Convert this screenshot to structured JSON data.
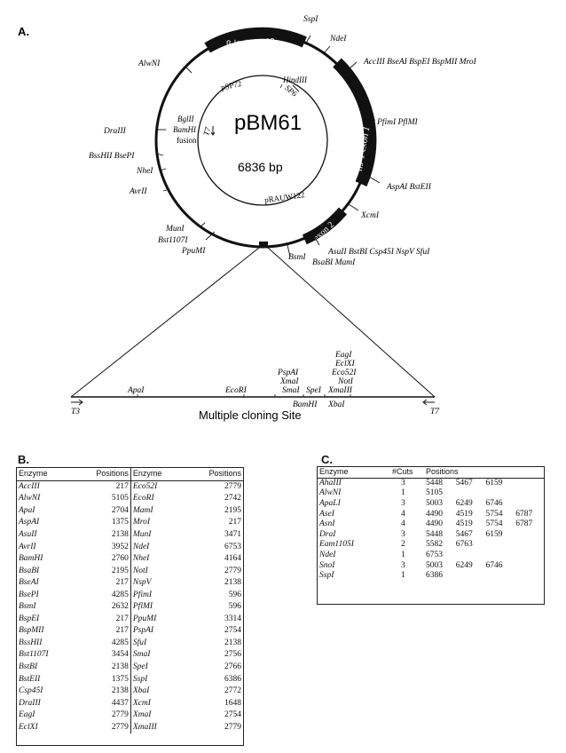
{
  "panel_a": {
    "label": "A.",
    "plasmid_name": "pBM61",
    "plasmid_size": "6836 bp",
    "inner_labels": {
      "psp72": "pSP72",
      "sp6": "SP6",
      "t7": "T7",
      "prauw122": "pRAUW122",
      "fusion_l1": "BglII",
      "fusion_l2": "BamHI",
      "fusion_l3": "fusion",
      "hindiii": "HindIII"
    },
    "features": {
      "blactamase": "β-lactamase",
      "lis1_exon1": "lis-1 exon 1",
      "exon2": "exon 2"
    },
    "sites": {
      "sspi": "SspI",
      "ndei": "NdeI",
      "right_group": "AccIII  BseAI  BspEI  BspMII  MroI",
      "pflmi": "PfimI  PflMI",
      "aspai": "AspAI  BstEII",
      "xcmi": "XcmI",
      "bottom_right_1": "AsuII  BstBI  Csp45I  NspV  SfuI",
      "bottom_right_2": "BsaBI  MamI",
      "bsmi": "BsmI",
      "ppumi": "PpuMI",
      "muni": "MunI",
      "bst1107i": "Bst1107I",
      "avrii": "AvrII",
      "nhei": "NheI",
      "bsshii": "BssHII  BsePI",
      "draiii": "DraIII",
      "alwni": "AlwNI"
    },
    "mcs": {
      "title": "Multiple cloning Site",
      "t3": "T3",
      "t7": "T7",
      "apai": "ApaI",
      "ecori": "EcoRI",
      "pspai": "PspAI",
      "xmai": "XmaI",
      "smai": "SmaI",
      "spei": "SpeI",
      "bamhi": "BamHI",
      "xbai": "XbaI",
      "eagi": "EagI",
      "eclxi": "EclXI",
      "eco52i": "Eco52I",
      "noti": "NotI",
      "xmaiii": "XmaIII"
    }
  },
  "panel_b": {
    "label": "B.",
    "headers": [
      "Enzyme",
      "Positions",
      "Enzyme",
      "Positions"
    ],
    "rows": [
      [
        "AccIII",
        "217",
        "Eco52I",
        "2779"
      ],
      [
        "AlwNI",
        "5105",
        "EcoRI",
        "2742"
      ],
      [
        "ApaI",
        "2704",
        "MamI",
        "2195"
      ],
      [
        "AspAI",
        "1375",
        "MroI",
        "217"
      ],
      [
        "AsuII",
        "2138",
        "MunI",
        "3471"
      ],
      [
        "AvrII",
        "3952",
        "NdeI",
        "6753"
      ],
      [
        "BamHI",
        "2760",
        "NheI",
        "4164"
      ],
      [
        "BsaBI",
        "2195",
        "NotI",
        "2779"
      ],
      [
        "BseAI",
        "217",
        "NspV",
        "2138"
      ],
      [
        "BsePI",
        "4285",
        "PfimI",
        "596"
      ],
      [
        "BsmI",
        "2632",
        "PflMI",
        "596"
      ],
      [
        "BspEI",
        "217",
        "PpuMI",
        "3314"
      ],
      [
        "BspMII",
        "217",
        "PspAI",
        "2754"
      ],
      [
        "BssHII",
        "4285",
        "SfuI",
        "2138"
      ],
      [
        "Bst1107I",
        "3454",
        "SmaI",
        "2756"
      ],
      [
        "BstBI",
        "2138",
        "SpeI",
        "2766"
      ],
      [
        "BstEII",
        "1375",
        "SspI",
        "6386"
      ],
      [
        "Csp45I",
        "2138",
        "XbaI",
        "2772"
      ],
      [
        "DraIII",
        "4437",
        "XcmI",
        "1648"
      ],
      [
        "EagI",
        "2779",
        "XmaI",
        "2754"
      ],
      [
        "EclXI",
        "2779",
        "XmaIII",
        "2779"
      ]
    ]
  },
  "panel_c": {
    "label": "C.",
    "headers": [
      "Enzyme",
      "#Cuts",
      "Positions"
    ],
    "rows": [
      [
        "AhaIII",
        "3",
        "5448",
        "5467",
        "6159",
        ""
      ],
      [
        "AlwNI",
        "1",
        "5105",
        "",
        "",
        ""
      ],
      [
        "ApaLI",
        "3",
        "5003",
        "6249",
        "6746",
        ""
      ],
      [
        "AseI",
        "4",
        "4490",
        "4519",
        "5754",
        "6787"
      ],
      [
        "AsnI",
        "4",
        "4490",
        "4519",
        "5754",
        "6787"
      ],
      [
        "DraI",
        "3",
        "5448",
        "5467",
        "6159",
        ""
      ],
      [
        "Eam1105I",
        "2",
        "5582",
        "6763",
        "",
        ""
      ],
      [
        "NdeI",
        "1",
        "6753",
        "",
        "",
        ""
      ],
      [
        "SnoI",
        "3",
        "5003",
        "6249",
        "6746",
        ""
      ],
      [
        "SspI",
        "1",
        "6386",
        "",
        "",
        ""
      ]
    ]
  }
}
